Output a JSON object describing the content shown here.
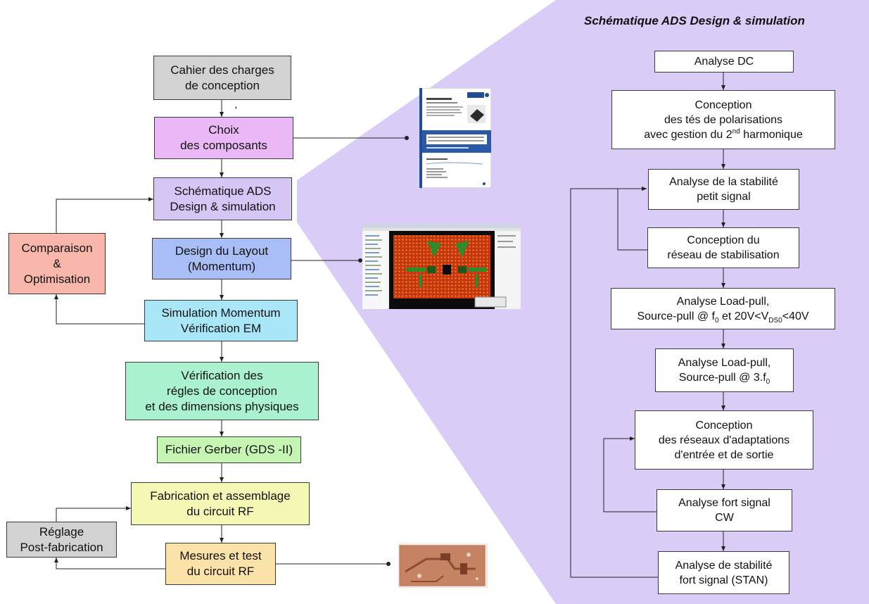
{
  "colors": {
    "panel": "#d9ccf7",
    "gray": "#d2d2d2",
    "pink": "#eab8f7",
    "lavender": "#d5c6f5",
    "blue": "#a9bdf7",
    "cyan": "#a9e6f8",
    "mint": "#a9f1cf",
    "green": "#c6f5b3",
    "yellow": "#f5f8b5",
    "peach": "#fbe2a8",
    "salmon": "#f9b6aa"
  },
  "panel": {
    "title": "Schématique ADS Design & simulation"
  },
  "left_flow": {
    "cahier": [
      "Cahier des charges",
      "de conception"
    ],
    "choix": [
      "Choix",
      "des composants"
    ],
    "schematique": [
      "Schématique ADS",
      "Design & simulation"
    ],
    "layout": [
      "Design du Layout",
      "(Momentum)"
    ],
    "simulation": [
      "Simulation Momentum",
      "Vérification EM"
    ],
    "verification": [
      "Vérification des",
      "régles de conception",
      "et des dimensions physiques"
    ],
    "gerber": [
      "Fichier Gerber (GDS -II)"
    ],
    "fabrication": [
      "Fabrication et assemblage",
      "du circuit RF"
    ],
    "mesures": [
      "Mesures et test",
      "du circuit RF"
    ],
    "comparaison": [
      "Comparaison",
      "&",
      "Optimisation"
    ],
    "reglage": [
      "Réglage",
      "Post-fabrication"
    ],
    "stray_mark": "'"
  },
  "right_flow": {
    "dc": [
      "Analyse DC"
    ],
    "tes": {
      "l1": "Conception",
      "l2": "des tés de polarisations",
      "l3_pre": "avec gestion du 2",
      "l3_sup": "nd",
      "l3_post": " harmonique"
    },
    "stab_ps": [
      "Analyse de la stabilité",
      "petit signal"
    ],
    "stab_net": [
      "Conception du",
      "réseau de stabilisation"
    ],
    "loadpull1": {
      "l1": "Analyse Load-pull,",
      "l2_a": "Source-pull @ f",
      "l2_sub1": "0",
      "l2_b": " et 20V<V",
      "l2_sub2": "DS0",
      "l2_c": "<40V"
    },
    "loadpull2": {
      "l1": "Analyse Load-pull,",
      "l2_a": "Source-pull @ 3.f",
      "l2_sub": "0"
    },
    "adapt": [
      "Conception",
      "des réseaux d'adaptations",
      "d'entrée et de sortie"
    ],
    "fort": [
      "Analyse fort signal",
      "CW"
    ],
    "stan": [
      "Analyse de stabilité",
      "fort signal (STAN)"
    ]
  },
  "thumbnails": [
    "datasheet-image",
    "layout-screenshot-image",
    "pcb-photo-image"
  ]
}
